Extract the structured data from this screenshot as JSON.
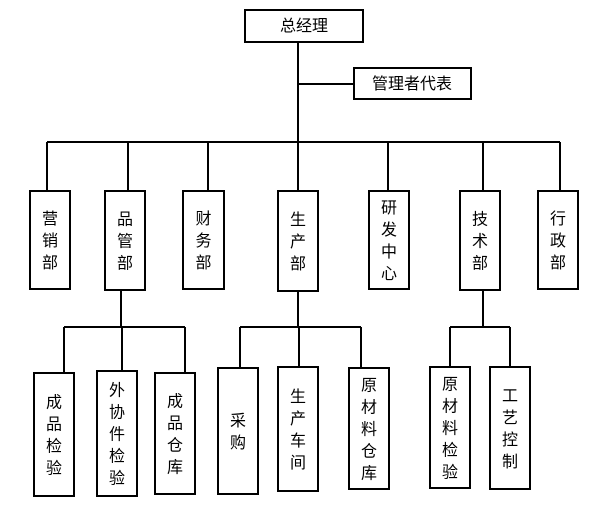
{
  "chart": {
    "top": {
      "label": "总经理"
    },
    "representative": {
      "label": "管理者代表"
    },
    "departments": [
      {
        "key": "sales",
        "label": "营销部"
      },
      {
        "key": "quality",
        "label": "品管部"
      },
      {
        "key": "finance",
        "label": "财务部"
      },
      {
        "key": "production",
        "label": "生产部"
      },
      {
        "key": "rnd",
        "label": "研发中心"
      },
      {
        "key": "tech",
        "label": "技术部"
      },
      {
        "key": "admin",
        "label": "行政部"
      }
    ],
    "sub_units": {
      "quality": [
        {
          "label": "成品检验"
        },
        {
          "label": "外协件检验"
        },
        {
          "label": "成品仓库"
        }
      ],
      "production": [
        {
          "label": "采购"
        },
        {
          "label": "生产车间"
        },
        {
          "label": "原材料仓库"
        }
      ],
      "tech": [
        {
          "label": "原材料检验"
        },
        {
          "label": "工艺控制"
        }
      ]
    }
  }
}
